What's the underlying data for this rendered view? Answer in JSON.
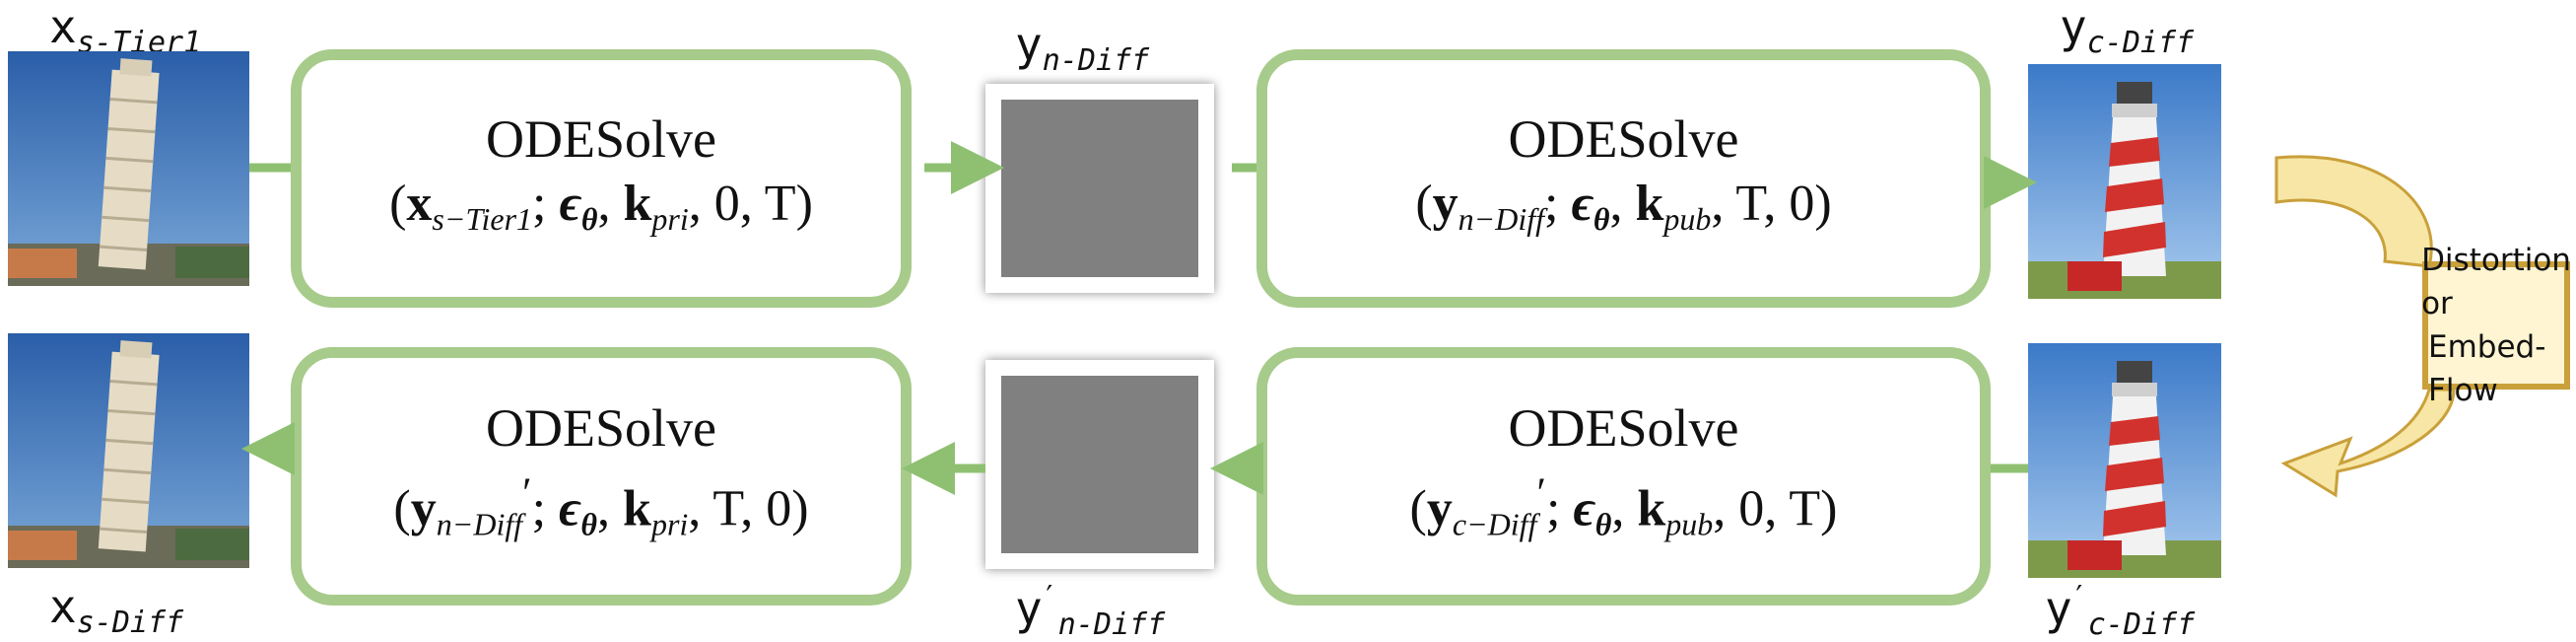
{
  "labels": {
    "x_s_tier1": {
      "main": "x",
      "sub": "s-Tier1"
    },
    "y_n_diff": {
      "main": "y",
      "sub": "n-Diff"
    },
    "y_c_diff": {
      "main": "y",
      "sub": "c-Diff"
    },
    "x_s_diff": {
      "main": "x",
      "sub": "s-Diff"
    },
    "y_n_diff_prime": {
      "main": "y",
      "prime": "′",
      "sub": "n-Diff"
    },
    "y_c_diff_prime": {
      "main": "y",
      "prime": "′",
      "sub": "c-Diff"
    }
  },
  "boxes": {
    "top_left": {
      "title": "ODESolve",
      "open": "(",
      "var": "x",
      "var_sub": "s−Tier1",
      "sep": ";",
      "eps": "ϵ",
      "eps_sub": "θ",
      "key": "k",
      "key_sub": "pri",
      "args": ", 0, T",
      "close": ")"
    },
    "top_right": {
      "title": "ODESolve",
      "open": "(",
      "var": "y",
      "var_sub": "n−Diff",
      "sep": ";",
      "eps": "ϵ",
      "eps_sub": "θ",
      "key": "k",
      "key_sub": "pub",
      "args": ", T, 0",
      "close": ")"
    },
    "bottom_left": {
      "title": "ODESolve",
      "open": "(",
      "var": "y",
      "var_sub": "n−Diff",
      "var_prime": "′",
      "sep": ";",
      "eps": "ϵ",
      "eps_sub": "θ",
      "key": "k",
      "key_sub": "pri",
      "args": ", T, 0",
      "close": ")"
    },
    "bottom_right": {
      "title": "ODESolve",
      "open": "(",
      "var": "y",
      "var_sub": "c−Diff",
      "var_prime": "′",
      "sep": ";",
      "eps": "ϵ",
      "eps_sub": "θ",
      "key": "k",
      "key_sub": "pub",
      "args": ", 0, T",
      "close": ")"
    }
  },
  "distortion": {
    "line1": "Distortion or",
    "line2": "Embed-Flow"
  },
  "colors": {
    "box_border": "#a7cb8a",
    "arrow": "#8fc072",
    "noise": "#808080",
    "distort_border": "#c9a03a",
    "distort_fill": "#fff5d2",
    "curved_arrow": "#f7e6a6"
  }
}
